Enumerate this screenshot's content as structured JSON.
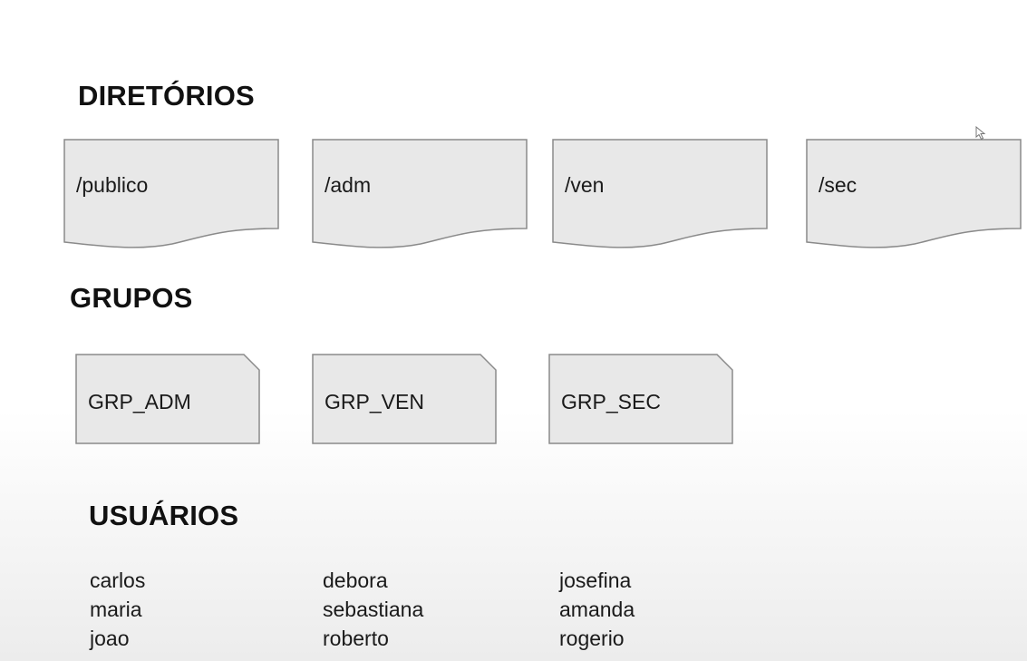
{
  "sections": {
    "directories_title": "DIRETÓRIOS",
    "groups_title": "GRUPOS",
    "users_title": "USUÁRIOS"
  },
  "directories": [
    {
      "label": "/publico"
    },
    {
      "label": "/adm"
    },
    {
      "label": "/ven"
    },
    {
      "label": "/sec"
    }
  ],
  "groups": [
    {
      "label": "GRP_ADM"
    },
    {
      "label": "GRP_VEN"
    },
    {
      "label": "GRP_SEC"
    }
  ],
  "users": [
    [
      "carlos",
      "maria",
      "joao"
    ],
    [
      "debora",
      "sebastiana",
      "roberto"
    ],
    [
      "josefina",
      "amanda",
      "rogerio"
    ]
  ],
  "colors": {
    "shape_fill": "#e8e8e8",
    "shape_stroke": "#8a8a8a",
    "text": "#111111"
  },
  "icons": {
    "cursor": "mouse-pointer-icon"
  }
}
